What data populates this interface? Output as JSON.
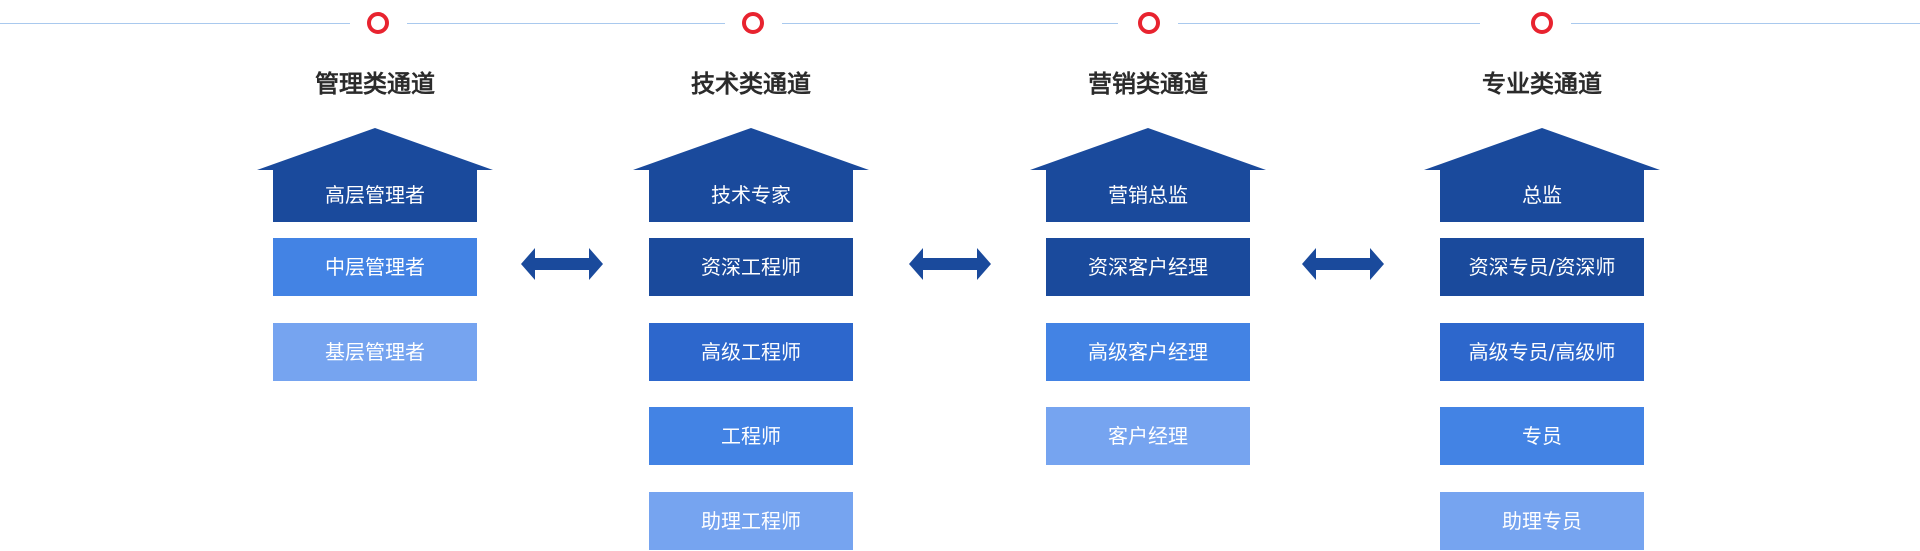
{
  "colors": {
    "dark": "#1a4a9c",
    "mid1": "#2d67cc",
    "mid2": "#4383e4",
    "light": "#76a4f0",
    "dot_ring": "#e8232f",
    "timeline": "#a9c9ee",
    "title": "#2b2b2b"
  },
  "columns": [
    {
      "title": "管理类通道",
      "top_label": "高层管理者",
      "levels": [
        {
          "label": "中层管理者",
          "tone": "mid2"
        },
        {
          "label": "基层管理者",
          "tone": "light"
        }
      ]
    },
    {
      "title": "技术类通道",
      "top_label": "技术专家",
      "levels": [
        {
          "label": "资深工程师",
          "tone": "dark"
        },
        {
          "label": "高级工程师",
          "tone": "mid1"
        },
        {
          "label": "工程师",
          "tone": "mid2"
        },
        {
          "label": "助理工程师",
          "tone": "light"
        }
      ]
    },
    {
      "title": "营销类通道",
      "top_label": "营销总监",
      "levels": [
        {
          "label": "资深客户经理",
          "tone": "dark"
        },
        {
          "label": "高级客户经理",
          "tone": "mid2"
        },
        {
          "label": "客户经理",
          "tone": "light"
        }
      ]
    },
    {
      "title": "专业类通道",
      "top_label": "总监",
      "levels": [
        {
          "label": "资深专员/资深师",
          "tone": "dark"
        },
        {
          "label": "高级专员/高级师",
          "tone": "mid1"
        },
        {
          "label": "专员",
          "tone": "mid2"
        },
        {
          "label": "助理专员",
          "tone": "light"
        }
      ]
    }
  ]
}
